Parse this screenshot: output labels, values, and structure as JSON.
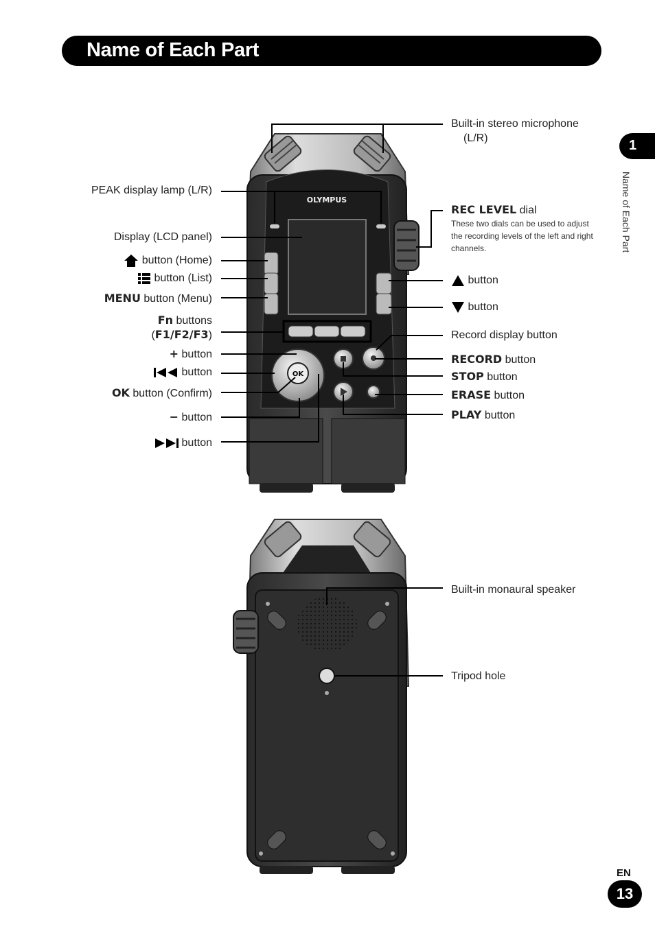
{
  "header": {
    "title": "Name of Each Part"
  },
  "chapter": {
    "number": "1",
    "side_label": "Name of Each Part"
  },
  "device": {
    "brand": "OLYMPUS",
    "ok_label": "OK"
  },
  "labels_left": {
    "peak": "PEAK display lamp (L/R)",
    "display": "Display (LCD panel)",
    "home": "button (Home)",
    "list": "button (List)",
    "menu_key": "MENU",
    "menu": "button (Menu)",
    "fn_key": "Fn",
    "fn": "buttons",
    "fn_keys": "F1/F2/F3",
    "plus_key": "+",
    "plus": "button",
    "prev": "button",
    "ok_key": "OK",
    "ok": "button (Confirm)",
    "minus_key": "−",
    "minus": "button",
    "next": "button"
  },
  "labels_right": {
    "mic": "Built-in stereo microphone",
    "mic_sub": "(L/R)",
    "rec_level_key": "REC LEVEL",
    "rec_level": "dial",
    "rec_level_desc": "These two dials can be used to adjust the recording levels of the left and right channels.",
    "up": "button",
    "down": "button",
    "rec_display": "Record display button",
    "record_key": "RECORD",
    "record": "button",
    "stop_key": "STOP",
    "stop": "button",
    "erase_key": "ERASE",
    "erase": "button",
    "play_key": "PLAY",
    "play": "button",
    "speaker": "Built-in monaural speaker",
    "tripod": "Tripod hole"
  },
  "footer": {
    "lang": "EN",
    "page": "13"
  },
  "icons": [
    "home-icon",
    "list-icon",
    "prev-icon",
    "next-icon",
    "up-triangle-icon",
    "down-triangle-icon"
  ]
}
